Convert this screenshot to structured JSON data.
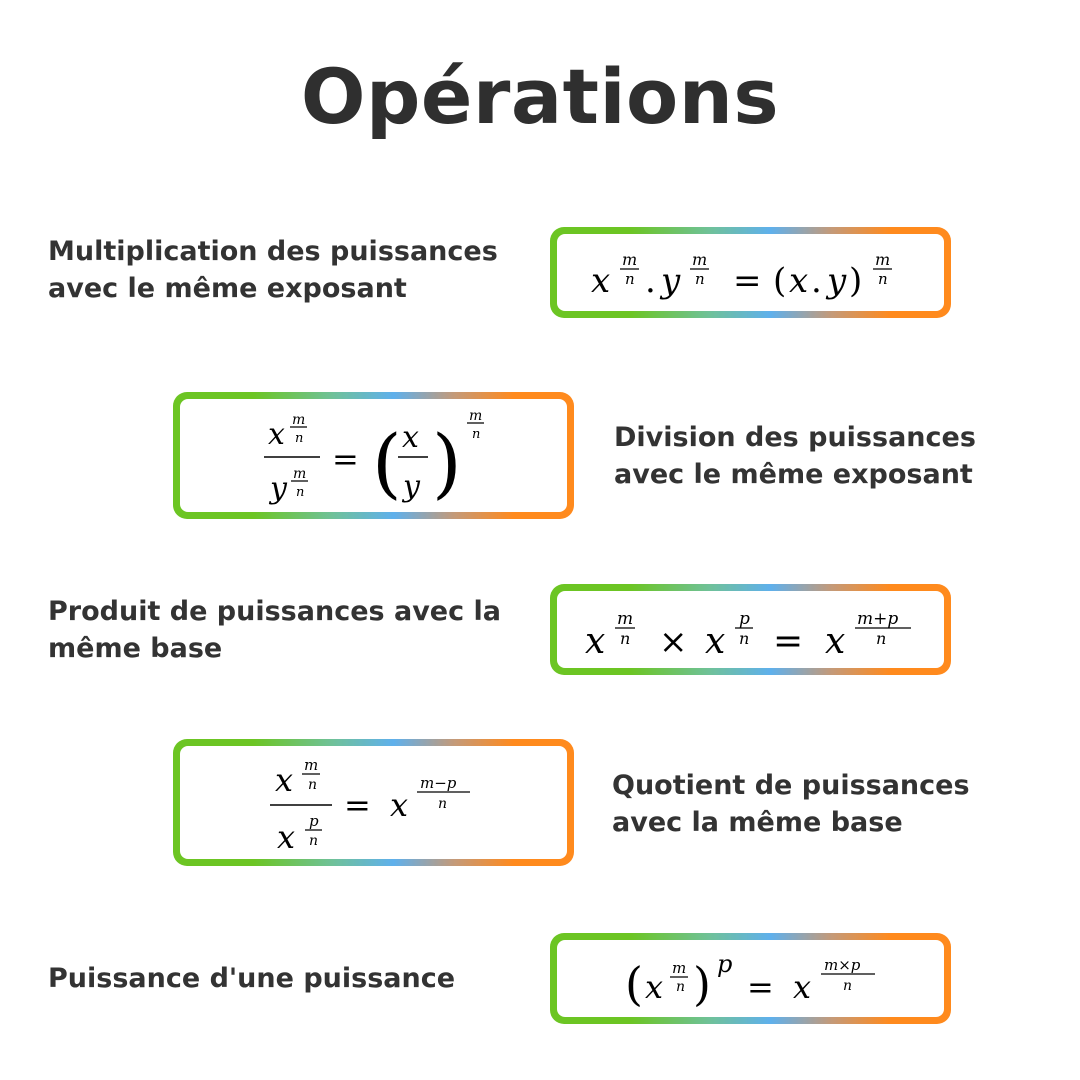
{
  "title": "Opérations",
  "rules": [
    {
      "label_lines": [
        "Multiplication des puissances",
        "avec le même exposant"
      ]
    },
    {
      "label_lines": [
        "Division des puissances",
        "avec le même exposant"
      ]
    },
    {
      "label_lines": [
        "Produit de puissances avec la",
        "même base"
      ]
    },
    {
      "label_lines": [
        "Quotient de puissances",
        "avec la même base"
      ]
    },
    {
      "label_lines": [
        "Puissance d'une puissance"
      ]
    }
  ],
  "colors": {
    "text": "#333333",
    "gradient_start": "#6cc523",
    "gradient_mid": "#5fb0ec",
    "gradient_end": "#ff8a1d"
  }
}
